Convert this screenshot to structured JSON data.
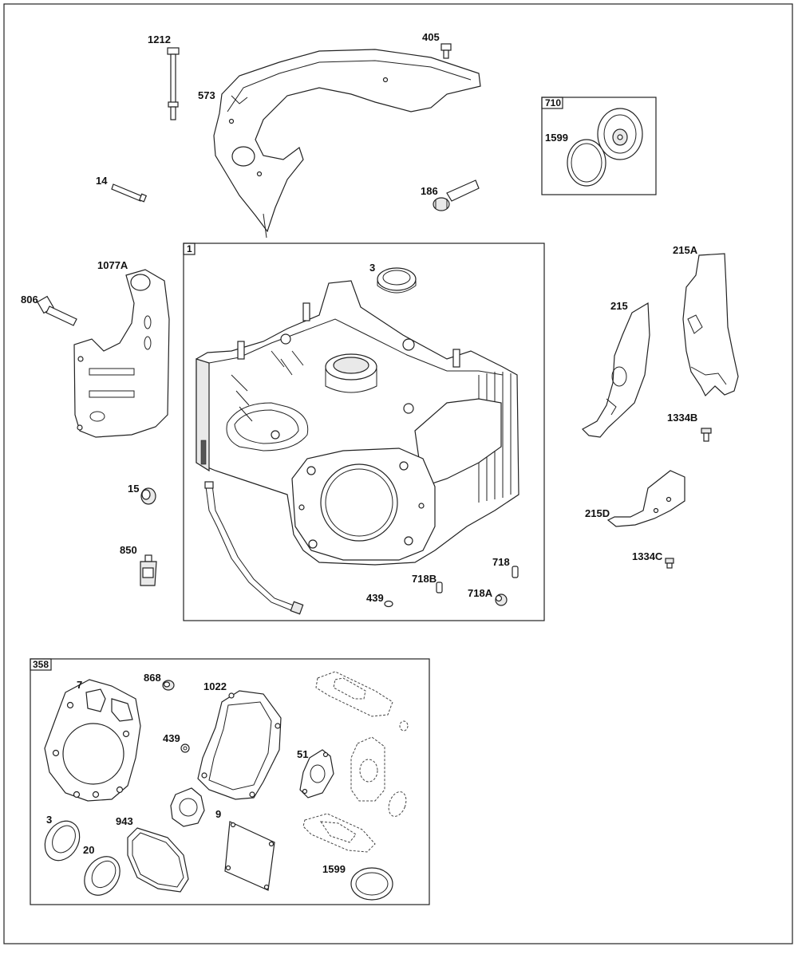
{
  "groups": {
    "block": "1",
    "service_kit": "710",
    "gasket_set": "358"
  },
  "labels": {
    "p1212": "1212",
    "p405": "405",
    "p573": "573",
    "p14": "14",
    "p186": "186",
    "p710": "710",
    "p1599_kit": "1599",
    "p1077A": "1077A",
    "p806": "806",
    "p15": "15",
    "p850": "850",
    "p3_block": "3",
    "p718": "718",
    "p718B": "718B",
    "p718A": "718A",
    "p439_block": "439",
    "p215A": "215A",
    "p215": "215",
    "p1334B": "1334B",
    "p215D": "215D",
    "p1334C": "1334C",
    "p7": "7",
    "p868": "868",
    "p1022": "1022",
    "p439_set": "439",
    "p51": "51",
    "p3_set": "3",
    "p943": "943",
    "p9": "9",
    "p20": "20",
    "p1599_set": "1599"
  }
}
